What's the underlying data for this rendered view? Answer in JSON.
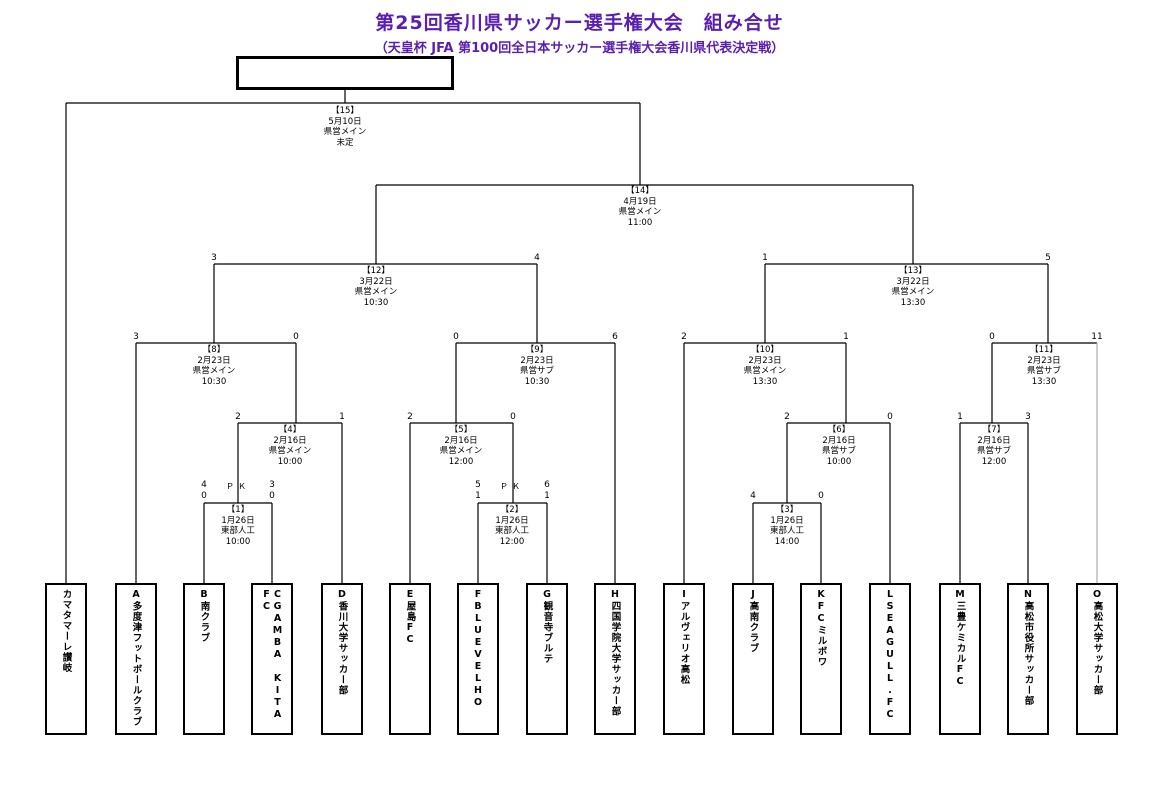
{
  "header": {
    "title": "第25回香川県サッカー選手権大会　組み合せ",
    "subtitle": "（天皇杯 JFA 第100回全日本サッカー選手権大会香川県代表決定戦）"
  },
  "matches": {
    "m15": {
      "num": "【15】",
      "date": "5月10日",
      "venue": "県営メイン",
      "time": "未定"
    },
    "m14": {
      "num": "【14】",
      "date": "4月19日",
      "venue": "県営メイン",
      "time": "11:00"
    },
    "m12": {
      "num": "【12】",
      "date": "3月22日",
      "venue": "県営メイン",
      "time": "10:30"
    },
    "m13": {
      "num": "【13】",
      "date": "3月22日",
      "venue": "県営メイン",
      "time": "13:30"
    },
    "m8": {
      "num": "【8】",
      "date": "2月23日",
      "venue": "県営メイン",
      "time": "10:30"
    },
    "m9": {
      "num": "【9】",
      "date": "2月23日",
      "venue": "県営サブ",
      "time": "10:30"
    },
    "m10": {
      "num": "【10】",
      "date": "2月23日",
      "venue": "県営メイン",
      "time": "13:30"
    },
    "m11": {
      "num": "【11】",
      "date": "2月23日",
      "venue": "県営サブ",
      "time": "13:30"
    },
    "m4": {
      "num": "【4】",
      "date": "2月16日",
      "venue": "県営メイン",
      "time": "10:00"
    },
    "m5": {
      "num": "【5】",
      "date": "2月16日",
      "venue": "県営メイン",
      "time": "12:00"
    },
    "m6": {
      "num": "【6】",
      "date": "2月16日",
      "venue": "県営サブ",
      "time": "10:00"
    },
    "m7": {
      "num": "【7】",
      "date": "2月16日",
      "venue": "県営サブ",
      "time": "12:00"
    },
    "m1": {
      "num": "【1】",
      "date": "1月26日",
      "venue": "東部人工",
      "time": "10:00"
    },
    "m2": {
      "num": "【2】",
      "date": "1月26日",
      "venue": "東部人工",
      "time": "12:00"
    },
    "m3": {
      "num": "【3】",
      "date": "1月26日",
      "venue": "東部人工",
      "time": "14:00"
    }
  },
  "scores": {
    "m12_l": "3",
    "m12_r": "4",
    "m13_l": "1",
    "m13_r": "5",
    "m8_l": "3",
    "m8_r": "0",
    "m9_l": "0",
    "m9_r": "6",
    "m10_l": "2",
    "m10_r": "1",
    "m11_l": "0",
    "m11_r": "11",
    "m4_l": "2",
    "m4_r": "1",
    "m5_l": "2",
    "m5_r": "0",
    "m6_l": "2",
    "m6_r": "0",
    "m7_l": "1",
    "m7_r": "3",
    "m1_l": "0",
    "m1_r": "0",
    "m1_pk_l": "4",
    "m1_pk_r": "3",
    "m1_pk": "ＰＫ",
    "m2_l": "1",
    "m2_r": "1",
    "m2_pk_l": "5",
    "m2_pk_r": "6",
    "m2_pk": "ＰＫ",
    "m3_l": "4",
    "m3_r": "0"
  },
  "teams": [
    "カマタマーレ讃岐",
    "A多度津フットボールクラブ",
    "B南クラブ",
    "CGAMBA KITA FC",
    "D香川大学サッカー部",
    "E屋島FC",
    "FBLUEVELHO",
    "G観音寺ブルテ",
    "H四国学院大学サッカー部",
    "Iアルヴェリオ高松",
    "J高南クラブ",
    "KFCミルボワ",
    "LSEAGULL.FC",
    "M三豊ケミカルFC",
    "N高松市役所サッカー部",
    "O高松大学サッカー部"
  ]
}
